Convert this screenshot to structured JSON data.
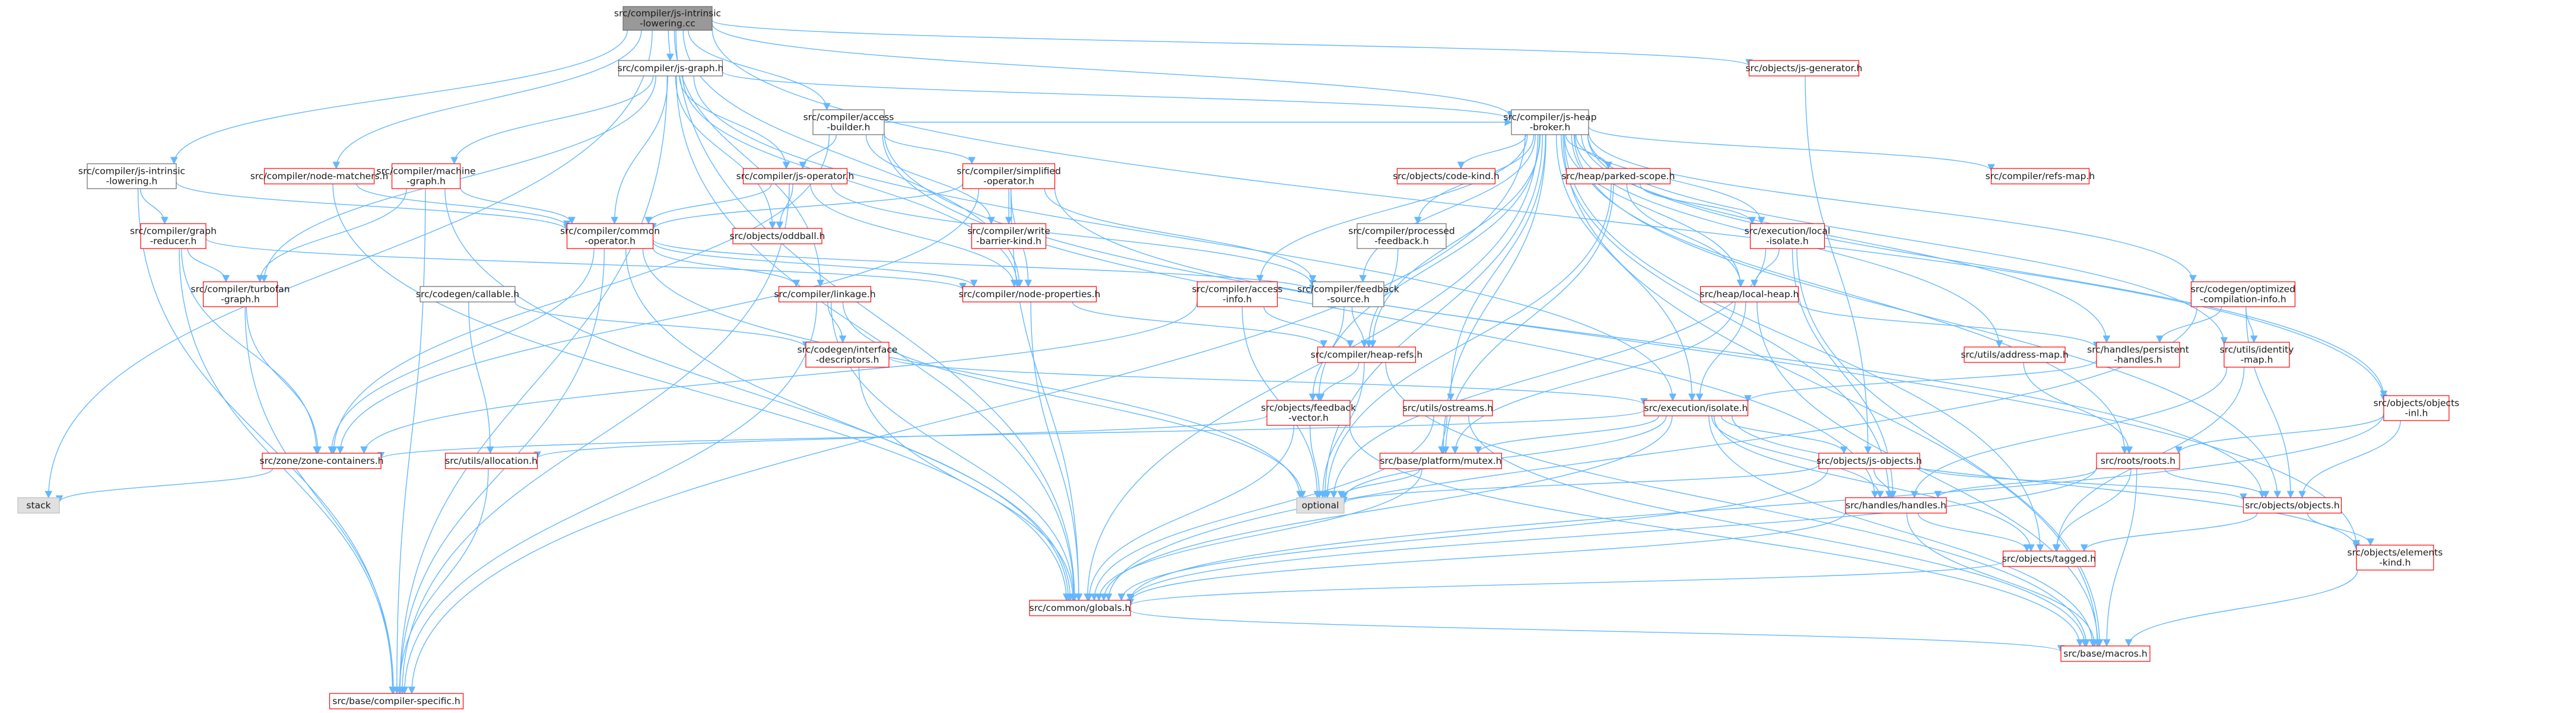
{
  "colors": {
    "edge": "#63b8ff",
    "node_border_default": "#6b6b6b",
    "node_border_red": "#ff0000",
    "node_border_gray": "#bfbfbf",
    "node_fill_root": "#999999",
    "node_fill_gray": "#e0e0e0",
    "node_fill": "#ffffff",
    "text": "#1a1a1a",
    "text_red": "#b30000"
  },
  "nodes": [
    {
      "id": "root",
      "lines": [
        "src/compiler/js-intrinsic",
        "-lowering.cc"
      ],
      "style": "root"
    },
    {
      "id": "stack",
      "lines": [
        "stack"
      ],
      "style": "gray"
    },
    {
      "id": "js_intrinsic_lowering_h",
      "lines": [
        "src/compiler/js-intrinsic",
        "-lowering.h"
      ],
      "style": "default"
    },
    {
      "id": "js_graph",
      "lines": [
        "src/compiler/js-graph.h"
      ],
      "style": "default"
    },
    {
      "id": "js_generator",
      "lines": [
        "src/objects/js-generator.h"
      ],
      "style": "red"
    },
    {
      "id": "node_matchers",
      "lines": [
        "src/compiler/node-matchers.h"
      ],
      "style": "red"
    },
    {
      "id": "machine_graph",
      "lines": [
        "src/compiler/machine",
        "-graph.h"
      ],
      "style": "red"
    },
    {
      "id": "access_builder",
      "lines": [
        "src/compiler/access",
        "-builder.h"
      ],
      "style": "default"
    },
    {
      "id": "js_heap_broker",
      "lines": [
        "src/compiler/js-heap",
        "-broker.h"
      ],
      "style": "default"
    },
    {
      "id": "graph_reducer",
      "lines": [
        "src/compiler/graph",
        "-reducer.h"
      ],
      "style": "red"
    },
    {
      "id": "js_operator",
      "lines": [
        "src/compiler/js-operator.h"
      ],
      "style": "red"
    },
    {
      "id": "simplified_operator",
      "lines": [
        "src/compiler/simplified",
        "-operator.h"
      ],
      "style": "red"
    },
    {
      "id": "code_kind",
      "lines": [
        "src/objects/code-kind.h"
      ],
      "style": "red"
    },
    {
      "id": "parked_scope",
      "lines": [
        "src/heap/parked-scope.h"
      ],
      "style": "red"
    },
    {
      "id": "refs_map",
      "lines": [
        "src/compiler/refs-map.h"
      ],
      "style": "red"
    },
    {
      "id": "common_operator",
      "lines": [
        "src/compiler/common",
        "-operator.h"
      ],
      "style": "red"
    },
    {
      "id": "oddball",
      "lines": [
        "src/objects/oddball.h"
      ],
      "style": "red"
    },
    {
      "id": "write_barrier_kind",
      "lines": [
        "src/compiler/write",
        "-barrier-kind.h"
      ],
      "style": "red"
    },
    {
      "id": "processed_feedback",
      "lines": [
        "src/compiler/processed",
        "-feedback.h"
      ],
      "style": "default"
    },
    {
      "id": "local_isolate",
      "lines": [
        "src/execution/local",
        "-isolate.h"
      ],
      "style": "red"
    },
    {
      "id": "turbofan_graph",
      "lines": [
        "src/compiler/turbofan",
        "-graph.h"
      ],
      "style": "red"
    },
    {
      "id": "callable",
      "lines": [
        "src/codegen/callable.h"
      ],
      "style": "default"
    },
    {
      "id": "linkage",
      "lines": [
        "src/compiler/linkage.h"
      ],
      "style": "red"
    },
    {
      "id": "node_properties",
      "lines": [
        "src/compiler/node-properties.h"
      ],
      "style": "red"
    },
    {
      "id": "access_info",
      "lines": [
        "src/compiler/access",
        "-info.h"
      ],
      "style": "red"
    },
    {
      "id": "feedback_source",
      "lines": [
        "src/compiler/feedback",
        "-source.h"
      ],
      "style": "default"
    },
    {
      "id": "local_heap",
      "lines": [
        "src/heap/local-heap.h"
      ],
      "style": "red"
    },
    {
      "id": "optimized_compilation_info",
      "lines": [
        "src/codegen/optimized",
        "-compilation-info.h"
      ],
      "style": "red"
    },
    {
      "id": "interface_descriptors",
      "lines": [
        "src/codegen/interface",
        "-descriptors.h"
      ],
      "style": "red"
    },
    {
      "id": "heap_refs",
      "lines": [
        "src/compiler/heap-refs.h"
      ],
      "style": "red"
    },
    {
      "id": "address_map",
      "lines": [
        "src/utils/address-map.h"
      ],
      "style": "red"
    },
    {
      "id": "persistent_handles",
      "lines": [
        "src/handles/persistent",
        "-handles.h"
      ],
      "style": "red"
    },
    {
      "id": "identity_map",
      "lines": [
        "src/utils/identity",
        "-map.h"
      ],
      "style": "red"
    },
    {
      "id": "feedback_vector",
      "lines": [
        "src/objects/feedback",
        "-vector.h"
      ],
      "style": "red"
    },
    {
      "id": "ostreams",
      "lines": [
        "src/utils/ostreams.h"
      ],
      "style": "red"
    },
    {
      "id": "isolate",
      "lines": [
        "src/execution/isolate.h"
      ],
      "style": "red"
    },
    {
      "id": "objects_inl",
      "lines": [
        "src/objects/objects",
        "-inl.h"
      ],
      "style": "red"
    },
    {
      "id": "zone_containers",
      "lines": [
        "src/zone/zone-containers.h"
      ],
      "style": "red"
    },
    {
      "id": "allocation",
      "lines": [
        "src/utils/allocation.h"
      ],
      "style": "red"
    },
    {
      "id": "mutex",
      "lines": [
        "src/base/platform/mutex.h"
      ],
      "style": "red"
    },
    {
      "id": "js_objects",
      "lines": [
        "src/objects/js-objects.h"
      ],
      "style": "red"
    },
    {
      "id": "roots",
      "lines": [
        "src/roots/roots.h"
      ],
      "style": "red"
    },
    {
      "id": "optional",
      "lines": [
        "optional"
      ],
      "style": "gray"
    },
    {
      "id": "handles",
      "lines": [
        "src/handles/handles.h"
      ],
      "style": "red"
    },
    {
      "id": "objects",
      "lines": [
        "src/objects/objects.h"
      ],
      "style": "red"
    },
    {
      "id": "tagged",
      "lines": [
        "src/objects/tagged.h"
      ],
      "style": "red"
    },
    {
      "id": "elements_kind",
      "lines": [
        "src/objects/elements",
        "-kind.h"
      ],
      "style": "red"
    },
    {
      "id": "globals",
      "lines": [
        "src/common/globals.h"
      ],
      "style": "red"
    },
    {
      "id": "macros",
      "lines": [
        "src/base/macros.h"
      ],
      "style": "red"
    },
    {
      "id": "compiler_specific",
      "lines": [
        "src/base/compiler-specific.h"
      ],
      "style": "red"
    }
  ]
}
